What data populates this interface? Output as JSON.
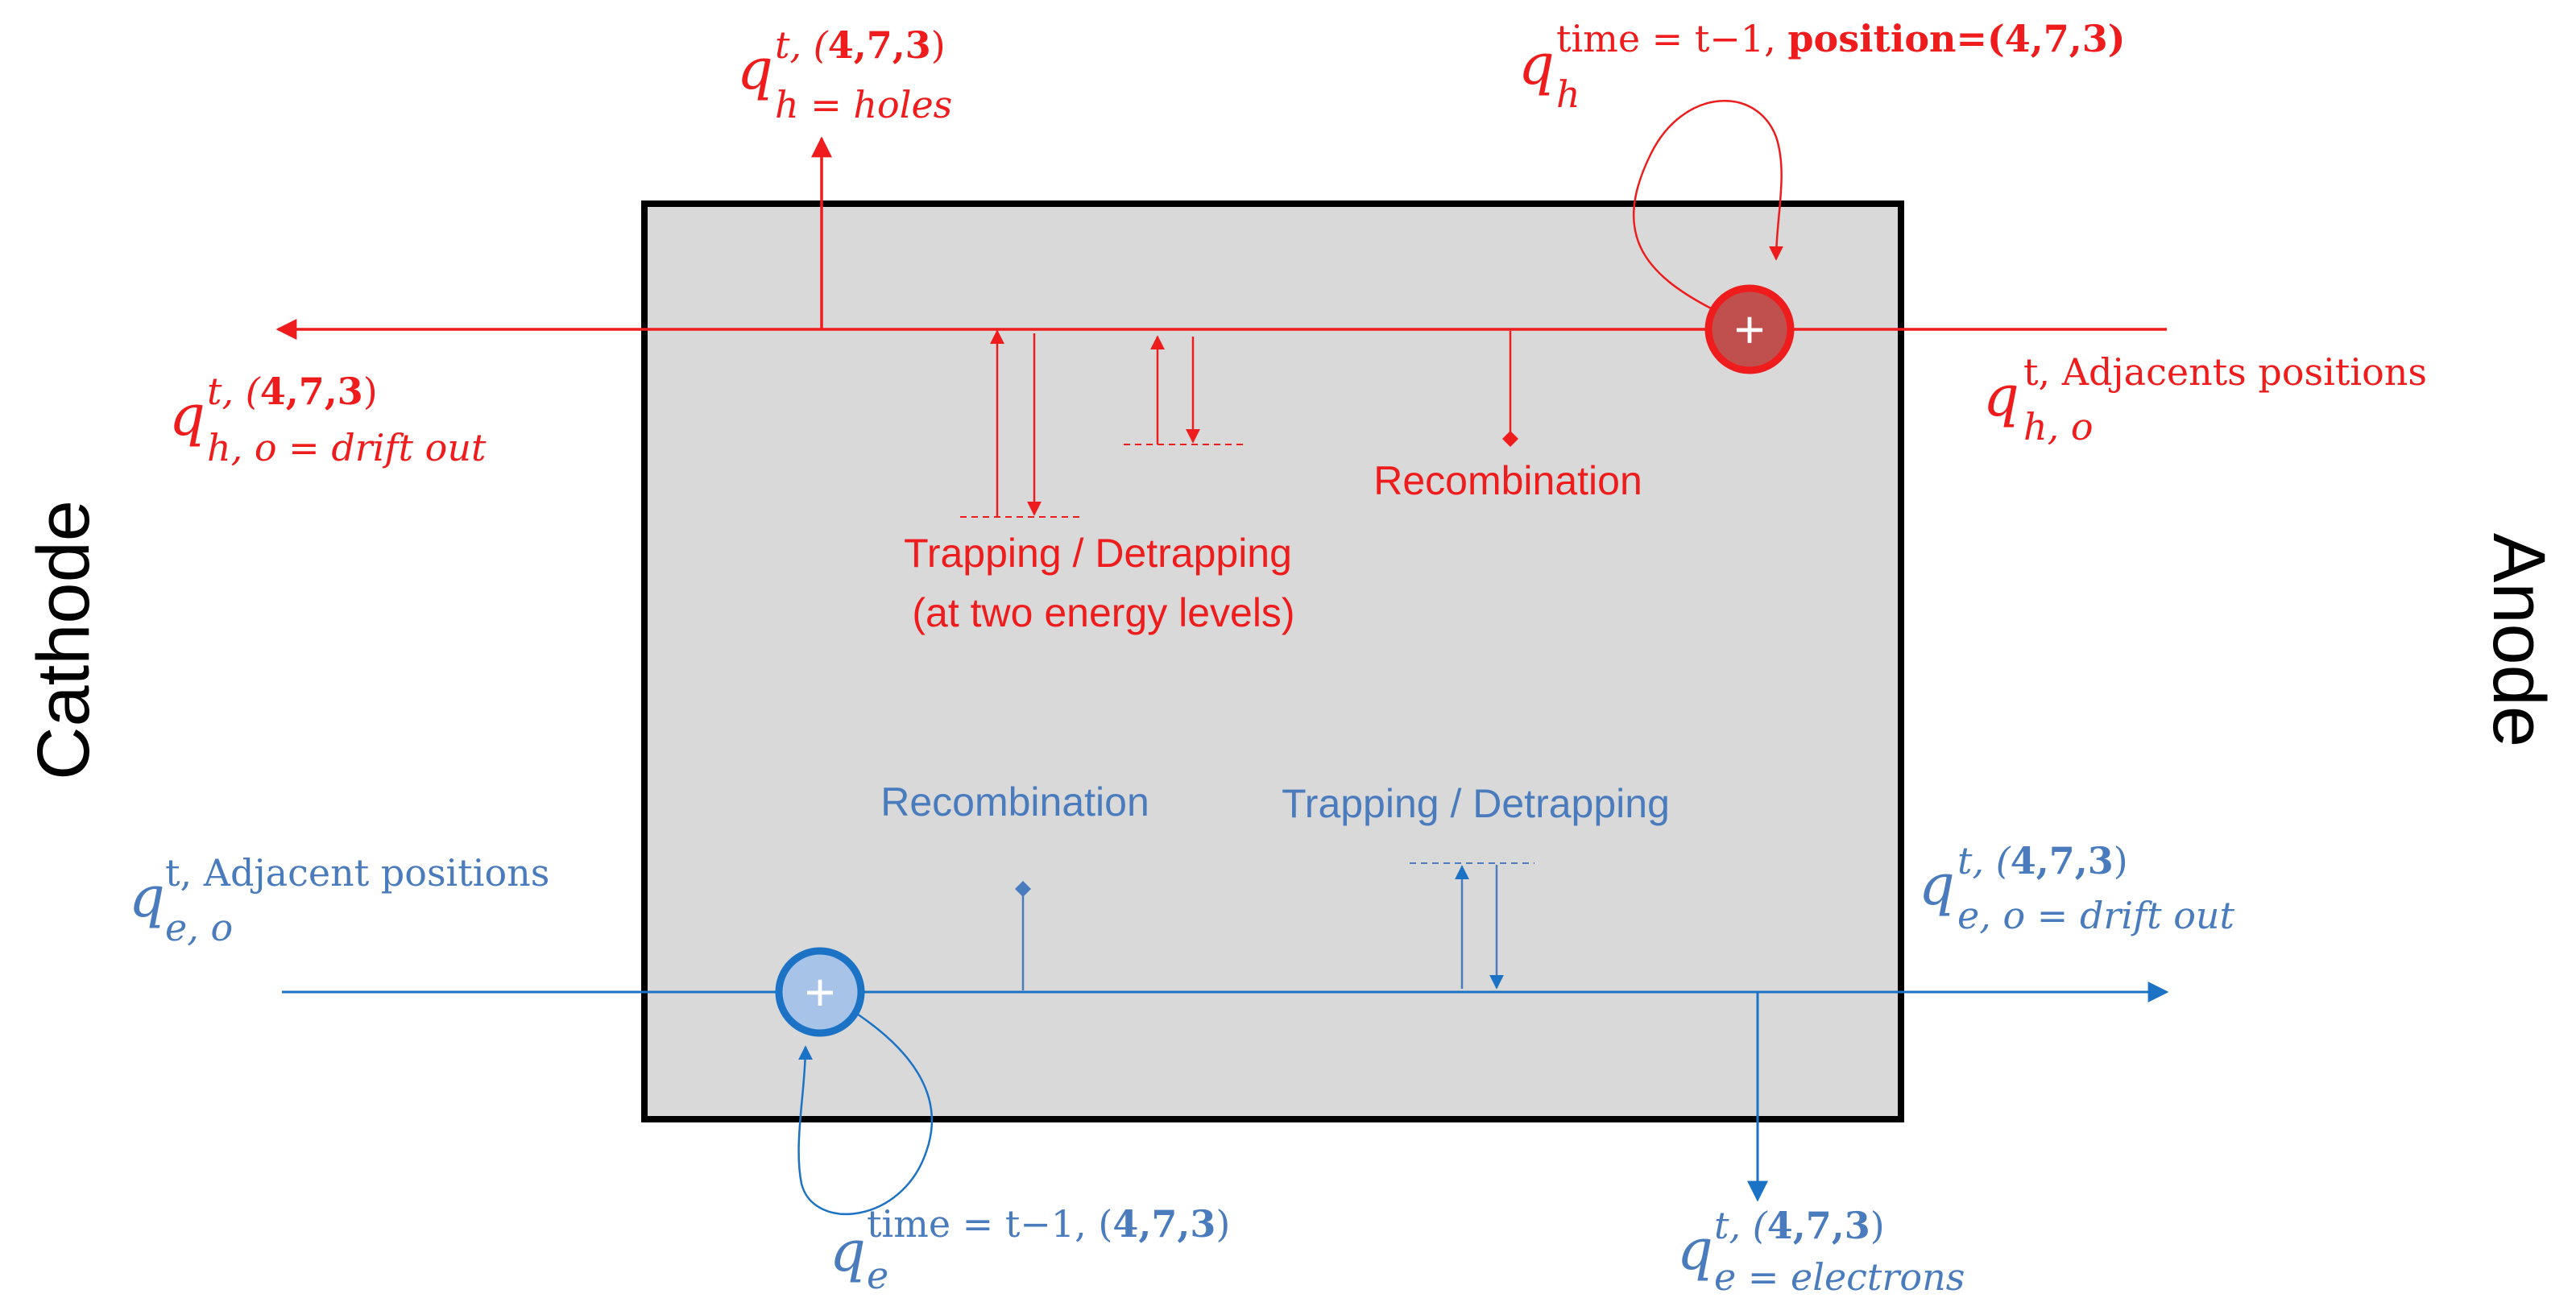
{
  "colors": {
    "hole": "#ee1c1c",
    "electron_line": "#1c72c4",
    "electron_text": "#4a7cbd",
    "box_fill": "#d9d9d9",
    "box_stroke": "#000000",
    "hole_particle_fill": "#c0504d",
    "electron_particle_fill": "#a7c3e8"
  },
  "electrodes": {
    "cathode": "Cathode",
    "anode": "Anode"
  },
  "particles": {
    "hole_symbol": "+",
    "electron_symbol": "+"
  },
  "holes": {
    "holes_label": {
      "base": "q",
      "sub": "h = holes",
      "sup_t": "t, (",
      "sup_idx": "4,7,3",
      "sup_close": ")"
    },
    "drift_out_label": {
      "base": "q",
      "sub": "h, o = drift out",
      "sup_t": "t, (",
      "sup_idx": "4,7,3",
      "sup_close": ")"
    },
    "previous_label": {
      "base": "q",
      "sub": "h",
      "sup_time": "time = t−1, ",
      "sup_pos": "position=(4,7,3)"
    },
    "adjacent_label": {
      "base": "q",
      "sub": "h, o",
      "sup": "t, Adjacents positions"
    },
    "recombination": "Recombination",
    "trapping_line1": "Trapping / Detrapping",
    "trapping_line2": "(at two energy levels)"
  },
  "electrons": {
    "adjacent_label": {
      "base": "q",
      "sub": "e, o",
      "sup": "t, Adjacent positions"
    },
    "drift_out_label": {
      "base": "q",
      "sub": "e, o = drift out",
      "sup_t": "t, (",
      "sup_idx": "4,7,3",
      "sup_close": ")"
    },
    "previous_label": {
      "base": "q",
      "sub": "e",
      "sup_time": "time = t−1, (",
      "sup_idx": "4,7,3",
      "sup_close": ")"
    },
    "electrons_label": {
      "base": "q",
      "sub": "e = electrons",
      "sup_t": "t, (",
      "sup_idx": "4,7,3",
      "sup_close": ")"
    },
    "recombination": "Recombination",
    "trapping": "Trapping / Detrapping"
  }
}
